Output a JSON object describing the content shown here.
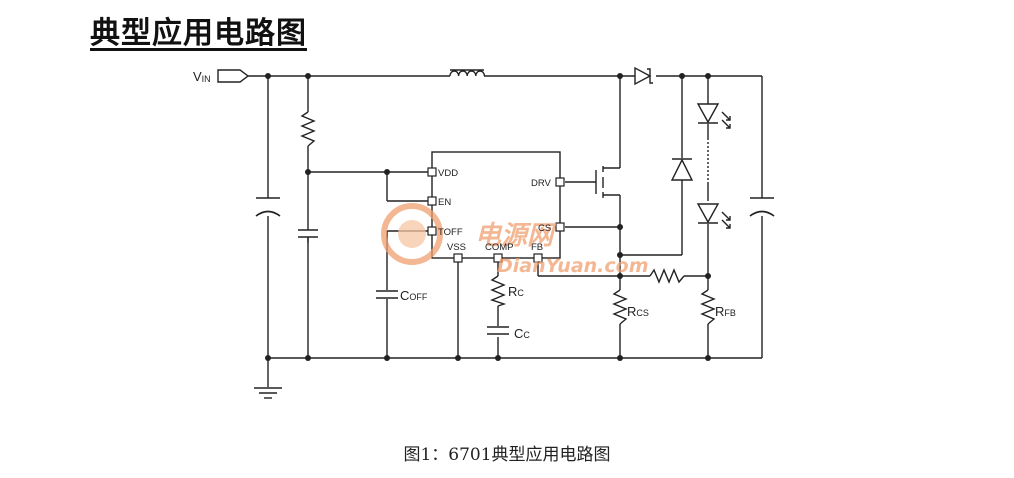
{
  "title": "典型应用电路图",
  "caption": "图1：6701典型应用电路图",
  "schematic": {
    "input_label": {
      "main": "V",
      "sub": "IN"
    },
    "ic_pins": {
      "vdd": "VDD",
      "en": "EN",
      "toff": "TOFF",
      "vss": "VSS",
      "comp": "COMP",
      "fb": "FB",
      "drv": "DRV",
      "cs": "CS"
    },
    "components": {
      "coff": {
        "main": "C",
        "sub": "OFF"
      },
      "rc": {
        "main": "R",
        "sub": "C"
      },
      "cc": {
        "main": "C",
        "sub": "C"
      },
      "rcs": {
        "main": "R",
        "sub": "CS"
      },
      "rfb": {
        "main": "R",
        "sub": "FB"
      }
    }
  },
  "watermark": {
    "brand_text": "电源网",
    "url_text": "DianYuan.com",
    "color": "#f0a070"
  }
}
